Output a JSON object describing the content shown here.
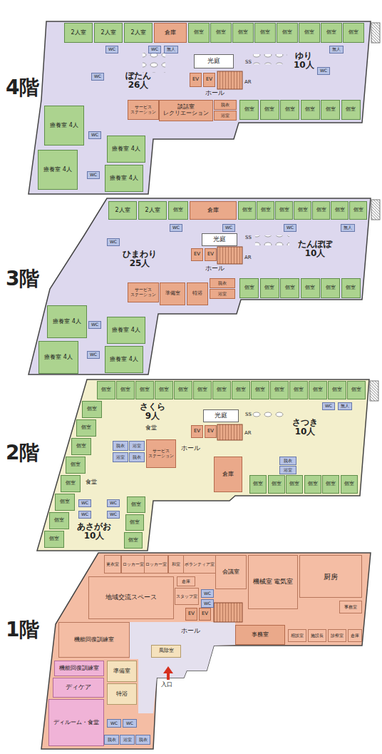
{
  "diagram": {
    "nodes": [
      {
        "text": [
          "2人室"
        ]
      },
      {
        "text": [
          "2人室"
        ]
      },
      {
        "text": [
          "2人室"
        ]
      },
      {
        "text": [
          "倉庫"
        ]
      },
      {
        "text": [
          "個室"
        ]
      },
      {
        "text": [
          "個室"
        ]
      },
      {
        "text": [
          "個室"
        ]
      },
      {
        "text": [
          "個室"
        ]
      },
      {
        "text": [
          "個室"
        ]
      },
      {
        "text": [
          "個室"
        ]
      },
      {
        "text": [
          "個室"
        ]
      },
      {
        "text": [
          "個室"
        ]
      },
      {
        "text": [
          "WC"
        ]
      },
      {
        "text": [
          "WC"
        ]
      },
      {
        "text": [
          "無人"
        ]
      },
      {
        "text": [
          "無人"
        ]
      },
      {
        "text": [
          "WC"
        ]
      },
      {
        "text": [
          "WC"
        ]
      },
      {
        "text": [
          "光庭"
        ]
      },
      {
        "text": [
          "EV"
        ]
      },
      {
        "text": [
          "EV"
        ]
      },
      {
        "text": [
          "サービス ステーション"
        ]
      },
      {
        "text": [
          "談話室 レクリエーション"
        ]
      },
      {
        "text": [
          "脱衣"
        ]
      },
      {
        "text": [
          "浴室"
        ]
      },
      {
        "text": [
          "個室"
        ]
      },
      {
        "text": [
          "個室"
        ]
      },
      {
        "text": [
          "個室"
        ]
      },
      {
        "text": [
          "個室"
        ]
      },
      {
        "text": [
          "個室"
        ]
      },
      {
        "text": [
          "個室"
        ]
      },
      {
        "text": [
          "療養室 4人"
        ]
      },
      {
        "text": [
          "療養室 4人"
        ]
      },
      {
        "text": [
          "療養室 4人"
        ]
      },
      {
        "text": [
          "療養室 4人"
        ]
      },
      {
        "text": [
          "WC"
        ]
      },
      {
        "text": [
          "WC"
        ]
      },
      {
        "text": [
          "2人室"
        ]
      },
      {
        "text": [
          "2人室"
        ]
      },
      {
        "text": [
          "個室"
        ]
      },
      {
        "text": [
          "倉庫"
        ]
      },
      {
        "text": [
          "個室"
        ]
      },
      {
        "text": [
          "個室"
        ]
      },
      {
        "text": [
          "個室"
        ]
      },
      {
        "text": [
          "個室"
        ]
      },
      {
        "text": [
          "個室"
        ]
      },
      {
        "text": [
          "個室"
        ]
      },
      {
        "text": [
          "個室"
        ]
      },
      {
        "text": [
          "WC"
        ]
      },
      {
        "text": [
          "WC"
        ]
      },
      {
        "text": [
          "WC"
        ]
      },
      {
        "text": [
          "無人"
        ]
      },
      {
        "text": [
          "WC"
        ]
      },
      {
        "text": [
          "光庭"
        ]
      },
      {
        "text": [
          "EV"
        ]
      },
      {
        "text": [
          "EV"
        ]
      },
      {
        "text": [
          "サービス ステーション"
        ]
      },
      {
        "text": [
          "準備室"
        ]
      },
      {
        "text": [
          "特浴"
        ]
      },
      {
        "text": [
          "脱衣"
        ]
      },
      {
        "text": [
          "浴室"
        ]
      },
      {
        "text": [
          "個室"
        ]
      },
      {
        "text": [
          "個室"
        ]
      },
      {
        "text": [
          "個室"
        ]
      },
      {
        "text": [
          "個室"
        ]
      },
      {
        "text": [
          "個室"
        ]
      },
      {
        "text": [
          "個室"
        ]
      },
      {
        "text": [
          "療養室 4人"
        ]
      },
      {
        "text": [
          "療養室 4人"
        ]
      },
      {
        "text": [
          "療養室 4人"
        ]
      },
      {
        "text": [
          "療養室 4人"
        ]
      },
      {
        "text": [
          "WC"
        ]
      },
      {
        "text": [
          "WC"
        ]
      },
      {
        "text": [
          "個室"
        ]
      },
      {
        "text": [
          "個室"
        ]
      },
      {
        "text": [
          "個室"
        ]
      },
      {
        "text": [
          "個室"
        ]
      },
      {
        "text": [
          "個室"
        ]
      },
      {
        "text": [
          "個室"
        ]
      },
      {
        "text": [
          "個室"
        ]
      },
      {
        "text": [
          "個室"
        ]
      },
      {
        "text": [
          "個室"
        ]
      },
      {
        "text": [
          "個室"
        ]
      },
      {
        "text": [
          "個室"
        ]
      },
      {
        "text": [
          "個室"
        ]
      },
      {
        "text": [
          "個室"
        ]
      },
      {
        "text": [
          "個室"
        ]
      },
      {
        "text": [
          "個室"
        ]
      },
      {
        "text": [
          "個室"
        ]
      },
      {
        "text": [
          "個室"
        ]
      },
      {
        "text": [
          "個室"
        ]
      },
      {
        "text": [
          "個室"
        ]
      },
      {
        "text": [
          "個室"
        ]
      },
      {
        "text": [
          "個室"
        ]
      },
      {
        "text": [
          "個室"
        ]
      },
      {
        "text": [
          "個室"
        ]
      },
      {
        "text": [
          "個室"
        ]
      },
      {
        "text": [
          "個室"
        ]
      },
      {
        "text": [
          "光庭"
        ]
      },
      {
        "text": [
          "EV"
        ]
      },
      {
        "text": [
          "EV"
        ]
      },
      {
        "text": [
          "脱衣"
        ]
      },
      {
        "text": [
          "浴室"
        ]
      },
      {
        "text": [
          "浴室"
        ]
      },
      {
        "text": [
          "脱衣"
        ]
      },
      {
        "text": [
          "サービス ステーション"
        ]
      },
      {
        "text": [
          "倉庫"
        ]
      },
      {
        "text": [
          "脱衣"
        ]
      },
      {
        "text": [
          "浴室"
        ]
      },
      {
        "text": [
          "個室"
        ]
      },
      {
        "text": [
          "個室"
        ]
      },
      {
        "text": [
          "個室"
        ]
      },
      {
        "text": [
          "個室"
        ]
      },
      {
        "text": [
          "個室"
        ]
      },
      {
        "text": [
          "個室"
        ]
      },
      {
        "text": [
          "WC"
        ]
      },
      {
        "text": [
          "WC"
        ]
      },
      {
        "text": [
          "WC"
        ]
      },
      {
        "text": [
          "WC"
        ]
      },
      {
        "text": [
          "WC"
        ]
      },
      {
        "text": [
          "無人"
        ]
      },
      {
        "text": [
          "更衣室"
        ]
      },
      {
        "text": [
          "ロッカー室"
        ]
      },
      {
        "text": [
          "ロッカー室"
        ]
      },
      {
        "text": [
          "和室"
        ]
      },
      {
        "text": [
          "ボランティア室"
        ]
      },
      {
        "text": [
          "会議室"
        ]
      },
      {
        "text": [
          "機械室 電気室"
        ]
      },
      {
        "text": [
          "厨房"
        ]
      },
      {
        "text": [
          "事務室"
        ]
      },
      {
        "text": [
          "地域交流スペース"
        ]
      },
      {
        "text": [
          "倉庫"
        ]
      },
      {
        "text": [
          "スタッフ室"
        ]
      },
      {
        "text": [
          "WC"
        ]
      },
      {
        "text": [
          "WC"
        ]
      },
      {
        "text": [
          "EV"
        ]
      },
      {
        "text": [
          "EV"
        ]
      },
      {
        "text": [
          "事務室"
        ]
      },
      {
        "text": [
          "相談室"
        ]
      },
      {
        "text": [
          "施設長"
        ]
      },
      {
        "text": [
          "診察室"
        ]
      },
      {
        "text": [
          "倉庫"
        ]
      },
      {
        "text": [
          "機能回復訓練室"
        ]
      },
      {
        "text": [
          "機能回復訓練室"
        ]
      },
      {
        "text": [
          "ディケア"
        ]
      },
      {
        "text": [
          "ディルーム・食堂"
        ]
      },
      {
        "text": [
          "準備室"
        ]
      },
      {
        "text": [
          "特浴"
        ]
      },
      {
        "text": [
          "風除室"
        ]
      },
      {
        "text": [
          "WC"
        ]
      },
      {
        "text": [
          "WC"
        ]
      },
      {
        "text": [
          "脱衣"
        ]
      },
      {
        "text": [
          "浴室"
        ]
      },
      {
        "text": [
          "脱衣"
        ]
      }
    ],
    "labels": [
      "4階",
      "ゆり 10人",
      "ぼたん 26人",
      "SS",
      "AR",
      "ホール",
      "3階",
      "たんぽぽ 10人",
      "ひまわり 25人",
      "SS",
      "AR",
      "ホール",
      "2階",
      "さくら 9人",
      "さつき 10人",
      "食堂",
      "SS",
      "AR",
      "ホール",
      "食堂",
      "あさがお 10人",
      "1階",
      "ホール",
      "入口"
    ]
  }
}
